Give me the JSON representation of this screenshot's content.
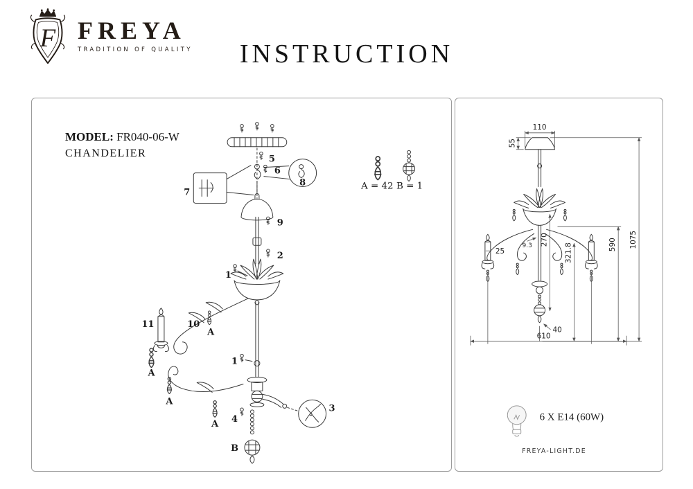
{
  "theme": {
    "ink": "#241c16",
    "line": "#3a3a3a"
  },
  "header": {
    "brand": "FREYA",
    "tagline": "TRADITION OF QUALITY",
    "title": "INSTRUCTION",
    "crest_letter": "F"
  },
  "icons": {
    "crest": "freya-shield-crest",
    "bulb": "light-bulb",
    "magnifier": "detail-callout-circle",
    "pliers": "pliers-tool",
    "crystal": "crystal-pendant",
    "screw": "screw-fastener"
  },
  "left_panel": {
    "model_label": "MODEL:",
    "model_value": "FR040-06-W",
    "product_type": "CHANDELIER",
    "count_a": "A = 42",
    "count_b": "B = 1",
    "parts": {
      "p1": "1",
      "p2": "2",
      "p3": "3",
      "p4": "4",
      "p5": "5",
      "p6": "6",
      "p7": "7",
      "p8": "8",
      "p9": "9",
      "p10": "10",
      "p11": "11",
      "a": "A",
      "b": "B"
    }
  },
  "right_panel": {
    "dims": {
      "canopy_width": "110",
      "canopy_height": "55",
      "total_height": "1075",
      "body_height": "590",
      "arm_height": "321.8",
      "column_height": "270",
      "stem_width": "9.3",
      "candle_width": "25",
      "overall_width": "610",
      "pendant_size": "40"
    },
    "bulb_spec": "6 X E14 (60W)",
    "website": "FREYA-LIGHT.DE"
  }
}
